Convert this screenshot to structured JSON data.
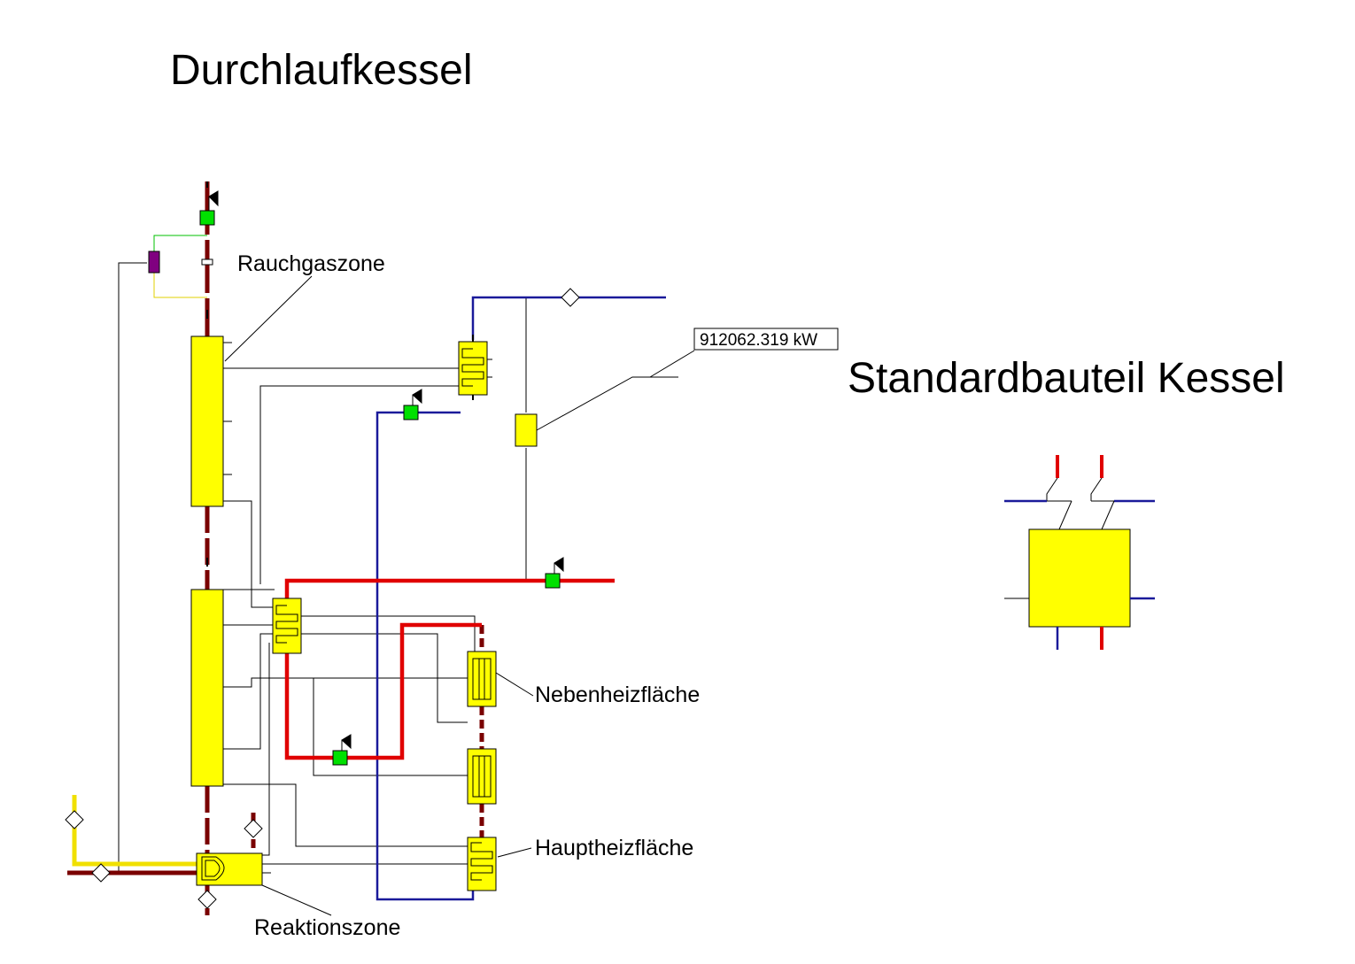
{
  "titles": {
    "main": "Durchlaufkessel",
    "standard": "Standardbauteil Kessel"
  },
  "labels": {
    "rauchgaszone": "Rauchgaszone",
    "nebenheizflaeche": "Nebenheizfläche",
    "hauptheizflaeche": "Hauptheizfläche",
    "reaktionszone": "Reaktionszone"
  },
  "readout": {
    "power": "912062.319 kW"
  },
  "colors": {
    "flue_gas": "#7a0000",
    "steam": "#e00000",
    "feedwater": "#1a1a9a",
    "fuel": "#f0e000",
    "component_fill": "#ffff00",
    "sensor_fill": "#00e000",
    "controller_fill": "#800080",
    "signal_line": "#000000"
  },
  "icons": {
    "flag": "flag-icon",
    "sensor": "sensor-square-icon",
    "heat_exchanger": "heat-exchanger-icon",
    "mixer": "diamond-valve-icon",
    "burner": "burner-icon"
  }
}
